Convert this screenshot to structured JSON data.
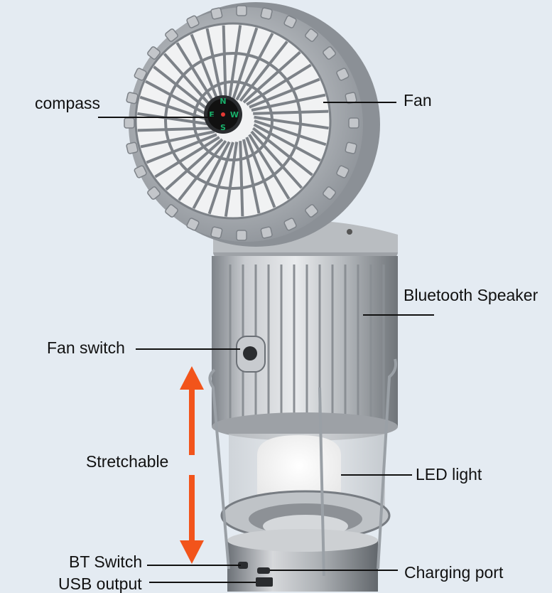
{
  "labels": {
    "compass": "compass",
    "fan": "Fan",
    "bluetooth_speaker": "Bluetooth Speaker",
    "fan_switch": "Fan switch",
    "stretchable": "Stretchable",
    "led_light": "LED light",
    "bt_switch": "BT Switch",
    "charging_port": "Charging port",
    "usb_output": "USB output"
  },
  "compass_letters": [
    "N",
    "E",
    "S",
    "W"
  ],
  "colors": {
    "background": "#e4ebf2",
    "body_silver": "#a9adb2",
    "arrow": "#f2541b",
    "text": "#111111",
    "compass_accent": "#19b06b"
  }
}
